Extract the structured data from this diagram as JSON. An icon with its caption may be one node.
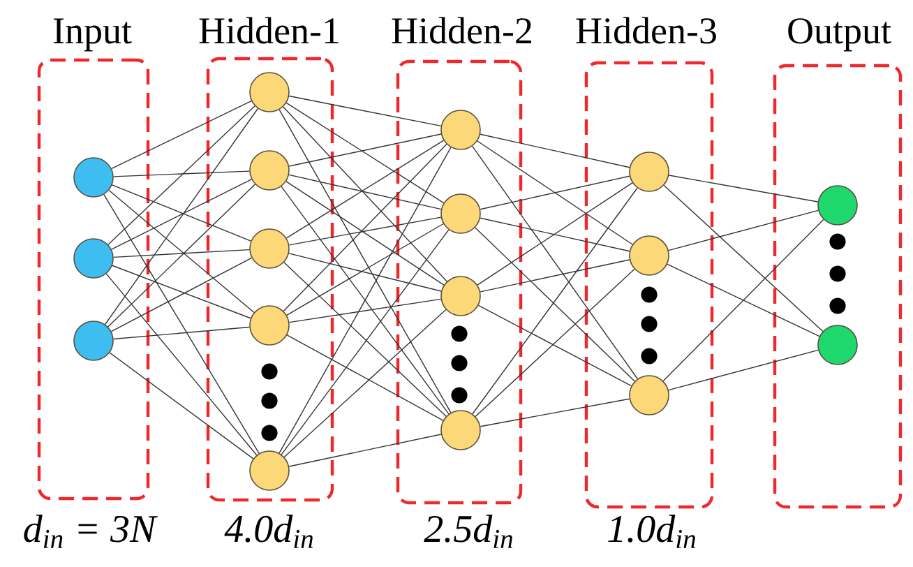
{
  "diagram": {
    "nodes": [
      {
        "text": [
          "Input"
        ],
        "beside": [
          "d$_{in}$ = 3N"
        ]
      },
      {
        "text": [],
        "shape": "circle",
        "in": 0
      },
      {
        "text": [],
        "shape": "circle",
        "in": 0
      },
      {
        "text": [],
        "shape": "circle",
        "in": 0
      },
      {
        "text": [
          "Hidden-1"
        ],
        "beside": [
          "4.0d$_{in}$"
        ]
      },
      {
        "text": [],
        "shape": "circle",
        "in": 4
      },
      {
        "text": [],
        "shape": "circle",
        "in": 4
      },
      {
        "text": [],
        "shape": "circle",
        "in": 4
      },
      {
        "text": [],
        "shape": "circle",
        "in": 4
      },
      {
        "text": [],
        "shape": "circle",
        "in": 4
      },
      {
        "text": [
          "Hidden-2"
        ],
        "beside": [
          "2.5d$_{in}$"
        ]
      },
      {
        "text": [],
        "shape": "circle",
        "in": 10
      },
      {
        "text": [],
        "shape": "circle",
        "in": 10
      },
      {
        "text": [],
        "shape": "circle",
        "in": 10
      },
      {
        "text": [],
        "shape": "circle",
        "in": 10
      },
      {
        "text": [
          "Hidden-3"
        ],
        "beside": [
          "1.0d$_{in}$"
        ]
      },
      {
        "text": [],
        "shape": "circle",
        "in": 15
      },
      {
        "text": [],
        "shape": "circle",
        "in": 15
      },
      {
        "text": [],
        "shape": "circle",
        "in": 15
      },
      {
        "text": [
          "Output"
        ]
      },
      {
        "text": [],
        "shape": "circle",
        "in": 19
      },
      {
        "text": [],
        "shape": "circle",
        "in": 19
      }
    ],
    "edges": [
      {
        "from": 1,
        "to": 5,
        "arrow": "none"
      },
      {
        "from": 1,
        "to": 6,
        "arrow": "none"
      },
      {
        "from": 1,
        "to": 7,
        "arrow": "none"
      },
      {
        "from": 1,
        "to": 8,
        "arrow": "none"
      },
      {
        "from": 1,
        "to": 9,
        "arrow": "none"
      },
      {
        "from": 2,
        "to": 5,
        "arrow": "none"
      },
      {
        "from": 2,
        "to": 6,
        "arrow": "none"
      },
      {
        "from": 2,
        "to": 7,
        "arrow": "none"
      },
      {
        "from": 2,
        "to": 8,
        "arrow": "none"
      },
      {
        "from": 2,
        "to": 9,
        "arrow": "none"
      },
      {
        "from": 3,
        "to": 5,
        "arrow": "none"
      },
      {
        "from": 3,
        "to": 6,
        "arrow": "none"
      },
      {
        "from": 3,
        "to": 7,
        "arrow": "none"
      },
      {
        "from": 3,
        "to": 8,
        "arrow": "none"
      },
      {
        "from": 3,
        "to": 9,
        "arrow": "none"
      },
      {
        "from": 5,
        "to": 11,
        "arrow": "none"
      },
      {
        "from": 5,
        "to": 12,
        "arrow": "none"
      },
      {
        "from": 5,
        "to": 13,
        "arrow": "none"
      },
      {
        "from": 5,
        "to": 14,
        "arrow": "none"
      },
      {
        "from": 6,
        "to": 11,
        "arrow": "none"
      },
      {
        "from": 6,
        "to": 12,
        "arrow": "none"
      },
      {
        "from": 6,
        "to": 13,
        "arrow": "none"
      },
      {
        "from": 6,
        "to": 14,
        "arrow": "none"
      },
      {
        "from": 7,
        "to": 11,
        "arrow": "none"
      },
      {
        "from": 7,
        "to": 12,
        "arrow": "none"
      },
      {
        "from": 7,
        "to": 13,
        "arrow": "none"
      },
      {
        "from": 7,
        "to": 14,
        "arrow": "none"
      },
      {
        "from": 8,
        "to": 11,
        "arrow": "none"
      },
      {
        "from": 8,
        "to": 12,
        "arrow": "none"
      },
      {
        "from": 8,
        "to": 13,
        "arrow": "none"
      },
      {
        "from": 8,
        "to": 14,
        "arrow": "none"
      },
      {
        "from": 9,
        "to": 11,
        "arrow": "none"
      },
      {
        "from": 9,
        "to": 12,
        "arrow": "none"
      },
      {
        "from": 9,
        "to": 13,
        "arrow": "none"
      },
      {
        "from": 9,
        "to": 14,
        "arrow": "none"
      },
      {
        "from": 11,
        "to": 16,
        "arrow": "none"
      },
      {
        "from": 11,
        "to": 17,
        "arrow": "none"
      },
      {
        "from": 11,
        "to": 18,
        "arrow": "none"
      },
      {
        "from": 12,
        "to": 16,
        "arrow": "none"
      },
      {
        "from": 12,
        "to": 17,
        "arrow": "none"
      },
      {
        "from": 12,
        "to": 18,
        "arrow": "none"
      },
      {
        "from": 13,
        "to": 16,
        "arrow": "none"
      },
      {
        "from": 13,
        "to": 17,
        "arrow": "none"
      },
      {
        "from": 13,
        "to": 18,
        "arrow": "none"
      },
      {
        "from": 14,
        "to": 16,
        "arrow": "none"
      },
      {
        "from": 14,
        "to": 17,
        "arrow": "none"
      },
      {
        "from": 14,
        "to": 18,
        "arrow": "none"
      },
      {
        "from": 16,
        "to": 20,
        "arrow": "none"
      },
      {
        "from": 16,
        "to": 21,
        "arrow": "none"
      },
      {
        "from": 17,
        "to": 20,
        "arrow": "none"
      },
      {
        "from": 17,
        "to": 21,
        "arrow": "none"
      },
      {
        "from": 18,
        "to": 20,
        "arrow": "none"
      },
      {
        "from": 18,
        "to": 21,
        "arrow": "none"
      }
    ]
  }
}
